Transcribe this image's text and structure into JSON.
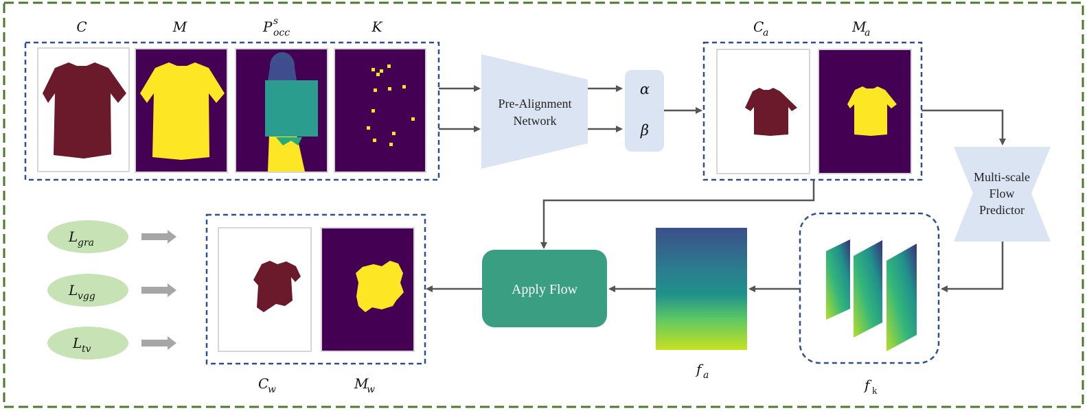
{
  "inputs": {
    "labels": {
      "c": "C",
      "m": "M",
      "p_base": "P",
      "p_sup": "s",
      "p_sub": "occ",
      "k": "K"
    }
  },
  "pre_alignment": {
    "label_line1": "Pre-Alignment",
    "label_line2": "Network"
  },
  "params": {
    "alpha": "α",
    "beta": "β"
  },
  "aligned": {
    "ca_base": "C",
    "ca_sub": "a",
    "ma_base": "M",
    "ma_sub": "a"
  },
  "flow_predictor": {
    "line1": "Multi-scale",
    "line2": "Flow",
    "line3": "Predictor"
  },
  "flows": {
    "fk_base": "f",
    "fk_sub": "k",
    "fa_base": "f",
    "fa_sub": "a"
  },
  "apply_flow": {
    "label": "Apply Flow"
  },
  "warped": {
    "cw_base": "C",
    "cw_sub": "w",
    "mw_base": "M",
    "mw_sub": "w"
  },
  "losses": [
    {
      "base": "L",
      "sub": "gra"
    },
    {
      "base": "L",
      "sub": "vgg"
    },
    {
      "base": "L",
      "sub": "tv"
    }
  ],
  "colors": {
    "outer_border": "#4a7a2c",
    "group_border": "#2e4f8f",
    "viridis_dark": "#440154",
    "mask_yellow": "#fde725",
    "shirt": "#6b1a2b",
    "teal": "#2a9d8f",
    "apply_flow": "#3a9e82",
    "light_blue": "#dbe4f3",
    "loss_green": "#c7e3b5",
    "arrow": "#555555"
  }
}
